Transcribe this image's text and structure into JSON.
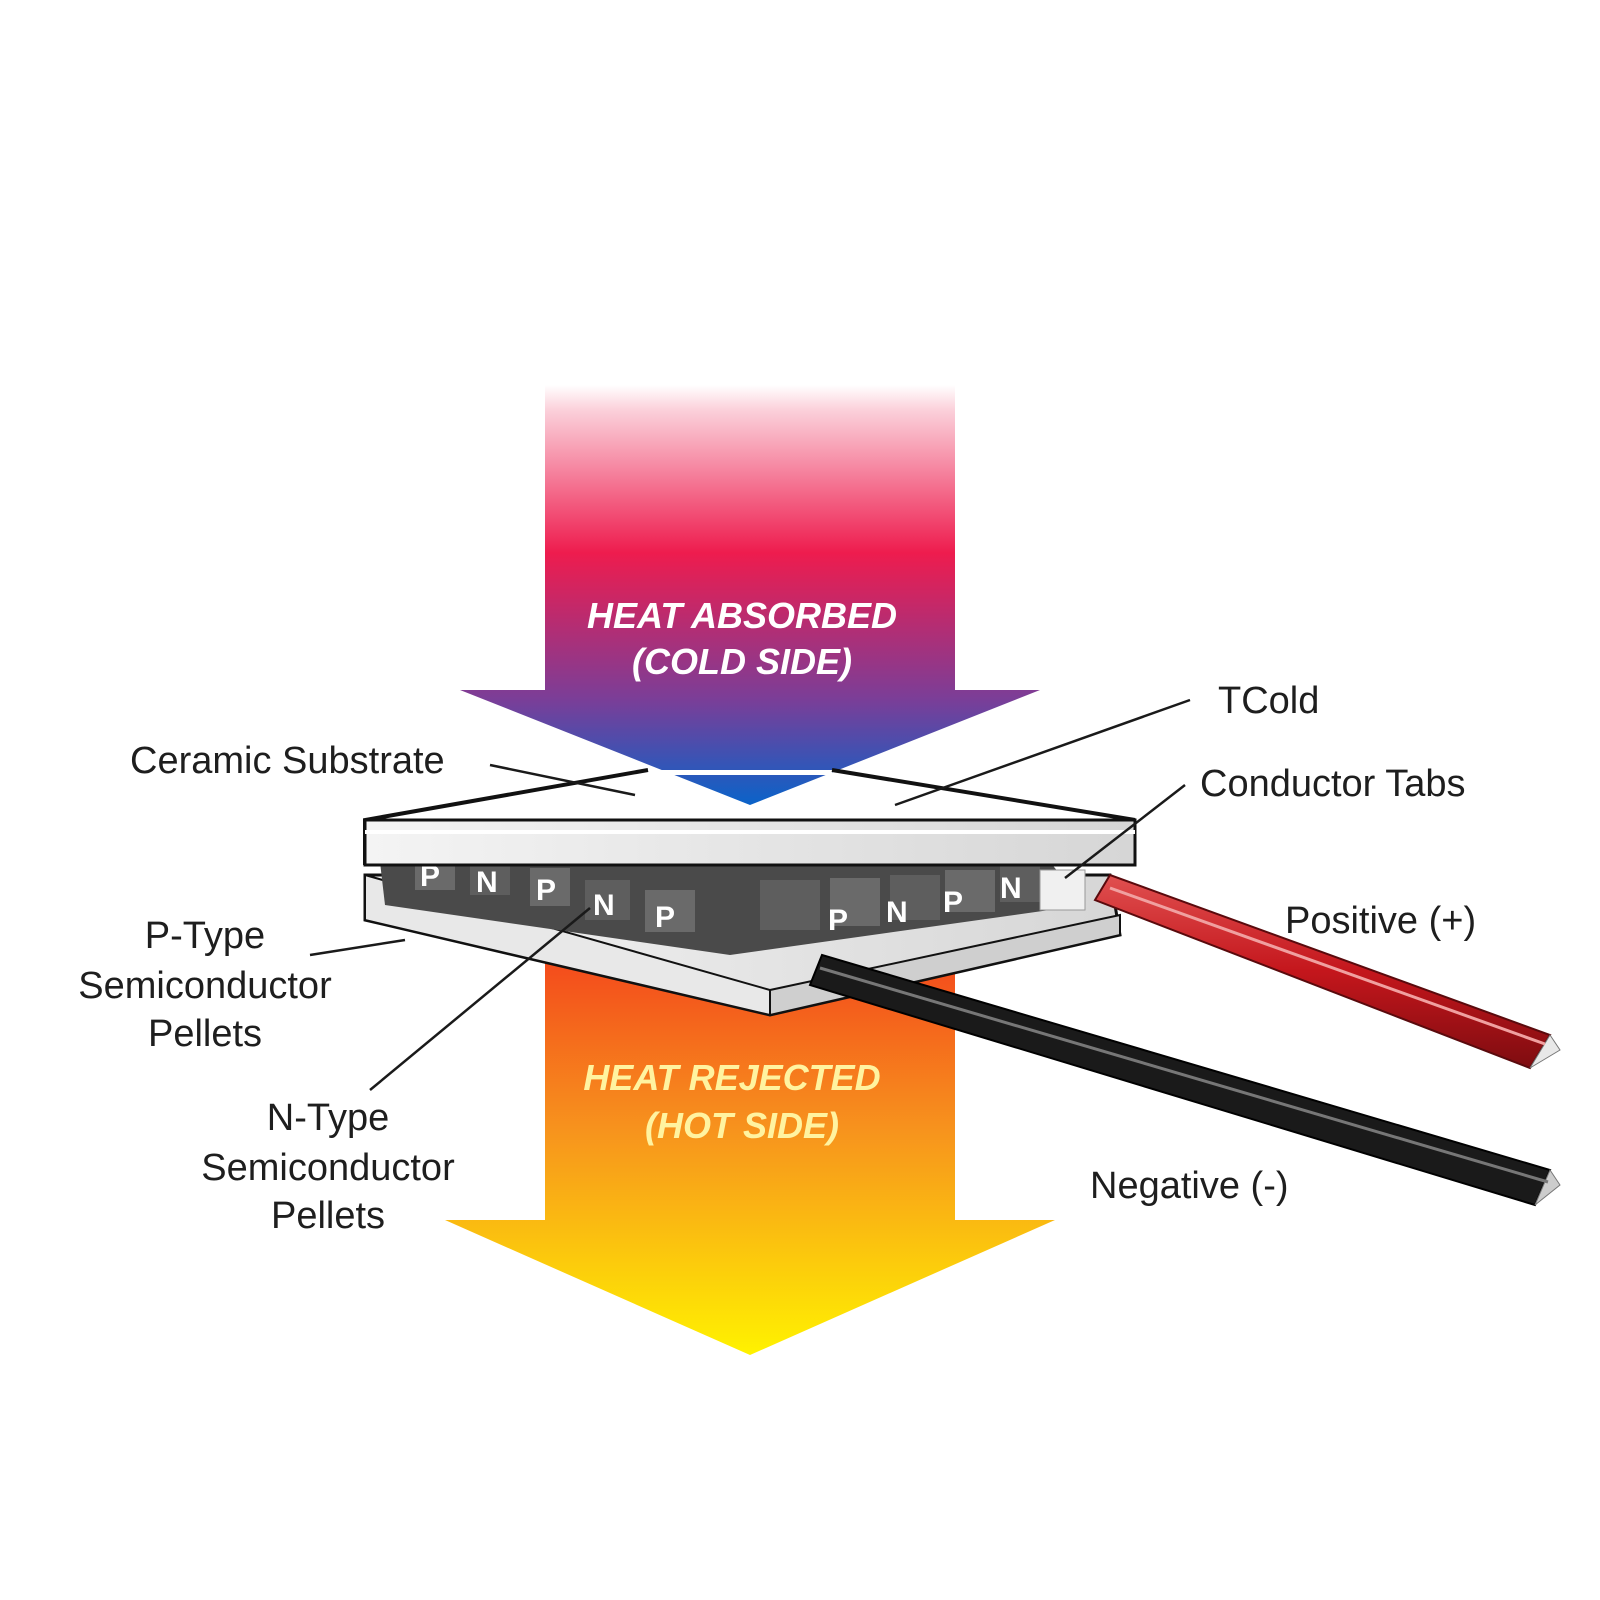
{
  "arrows": {
    "top_line1": "HEAT ABSORBED",
    "top_line2": "(COLD SIDE)",
    "bottom_line1": "HEAT REJECTED",
    "bottom_line2": "(HOT SIDE)"
  },
  "labels": {
    "ceramic_substrate": "Ceramic Substrate",
    "tcold": "TCold",
    "conductor_tabs": "Conductor Tabs",
    "positive": "Positive (+)",
    "negative": "Negative (-)",
    "p_type_line1": "P-Type",
    "p_type_line2": "Semiconductor",
    "p_type_line3": "Pellets",
    "n_type_line1": "N-Type",
    "n_type_line2": "Semiconductor",
    "n_type_line3": "Pellets"
  },
  "pellets": [
    "P",
    "N",
    "P",
    "N",
    "P",
    "P",
    "N",
    "P",
    "N"
  ],
  "colors": {
    "cold_top": "#ee1c4e",
    "cold_mid": "#7a3e98",
    "cold_bottom": "#0a63c9",
    "hot_top": "#f3461c",
    "hot_bottom": "#fff200",
    "positive_wire": "#c4161c",
    "negative_wire": "#1a1a1a"
  }
}
